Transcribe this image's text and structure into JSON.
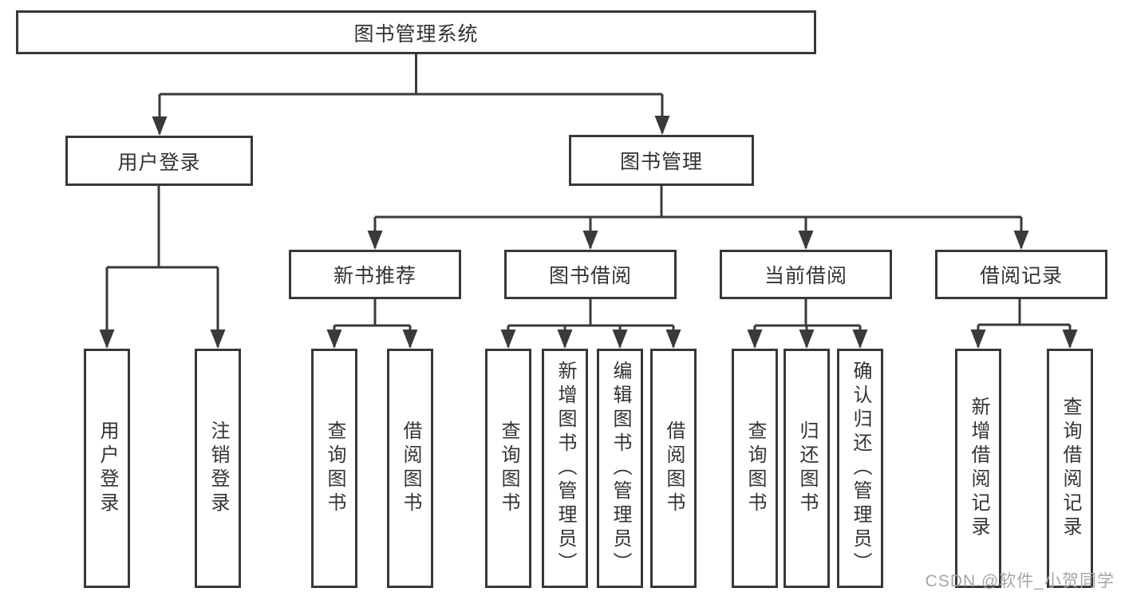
{
  "tree": {
    "label": "图书管理系统",
    "children": [
      {
        "label": "用户登录",
        "children": [
          {
            "label": "用户登录"
          },
          {
            "label": "注销登录"
          }
        ]
      },
      {
        "label": "图书管理",
        "children": [
          {
            "label": "新书推荐",
            "children": [
              {
                "label": "查询图书"
              },
              {
                "label": "借阅图书"
              }
            ]
          },
          {
            "label": "图书借阅",
            "children": [
              {
                "label": "查询图书"
              },
              {
                "label": "新增图书（管理员）"
              },
              {
                "label": "编辑图书（管理员）"
              },
              {
                "label": "借阅图书"
              }
            ]
          },
          {
            "label": "当前借阅",
            "children": [
              {
                "label": "查询图书"
              },
              {
                "label": "归还图书"
              },
              {
                "label": "确认归还（管理员）"
              }
            ]
          },
          {
            "label": "借阅记录",
            "children": [
              {
                "label": "新增借阅记录"
              },
              {
                "label": "查询借阅记录"
              }
            ]
          }
        ]
      }
    ]
  },
  "watermark": {
    "text": "CSDN @软件_小贺同学"
  },
  "colors": {
    "line": "#383838",
    "text": "#333333",
    "watermark_text": "#a6a6a6",
    "background": "#ffffff"
  }
}
